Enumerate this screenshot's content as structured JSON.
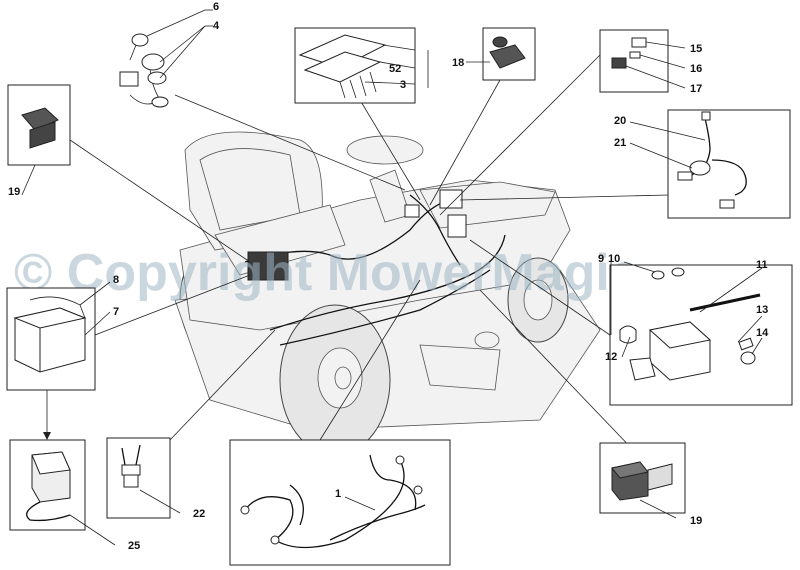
{
  "watermark": "© Copyright MowerMagic",
  "labels": {
    "l1": "1",
    "l3": "3",
    "l4": "4",
    "l6": "6",
    "l7": "7",
    "l8": "8",
    "l9": "9",
    "l10": "10",
    "l11": "11",
    "l12": "12",
    "l13": "13",
    "l14": "14",
    "l15": "15",
    "l16": "16",
    "l17": "17",
    "l18": "18",
    "l19a": "19",
    "l19b": "19",
    "l20": "20",
    "l21": "21",
    "l22": "22",
    "l25": "25",
    "l52": "52"
  }
}
